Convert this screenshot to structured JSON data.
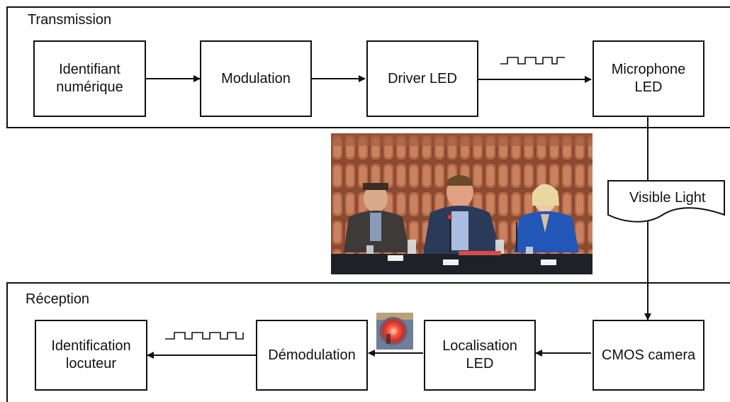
{
  "sections": {
    "transmission": "Transmission",
    "reception": "Réception"
  },
  "boxes": {
    "identifiant": "Identifiant\nnumérique",
    "modulation": "Modulation",
    "driver": "Driver LED",
    "microphone": "Microphone\nLED",
    "cmos": "CMOS camera",
    "localisation": "Localisation\nLED",
    "demodulation": "Démodulation",
    "identification": "Identification\nlocuteur"
  },
  "channel": {
    "label": "Visible Light"
  },
  "images": {
    "photo": "conference-panel-photo",
    "led_crop": "led-glow-thumbnail"
  }
}
